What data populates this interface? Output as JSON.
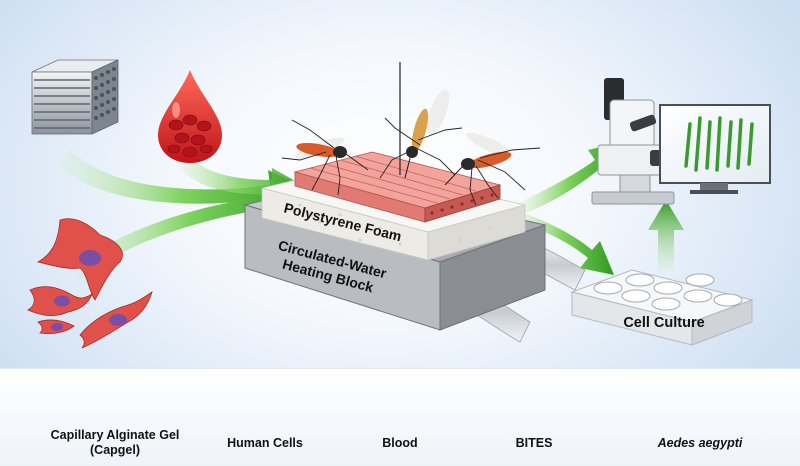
{
  "center": {
    "foam_label": "Polystyrene Foam",
    "block_label_line1": "Circulated-Water",
    "block_label_line2": "Heating Block",
    "culture_label": "Cell Culture"
  },
  "legend": {
    "items": [
      {
        "icon": "capgel-icon",
        "label": "Capillary Alginate Gel (Capgel)"
      },
      {
        "icon": "human-cell-icon",
        "label": "Human Cells"
      },
      {
        "icon": "blood-drop-icon",
        "label": "Blood"
      },
      {
        "icon": "bites-icon",
        "label": "BITES"
      },
      {
        "icon": "mosquito-icon",
        "label": "Aedes aegypti"
      }
    ]
  },
  "colors": {
    "arrow_green": "#3fae2a",
    "blood_red": "#e32b26",
    "cell_red": "#e0514c",
    "bites_pink": "#e07a7a",
    "block_gray": "#8a8d92"
  }
}
